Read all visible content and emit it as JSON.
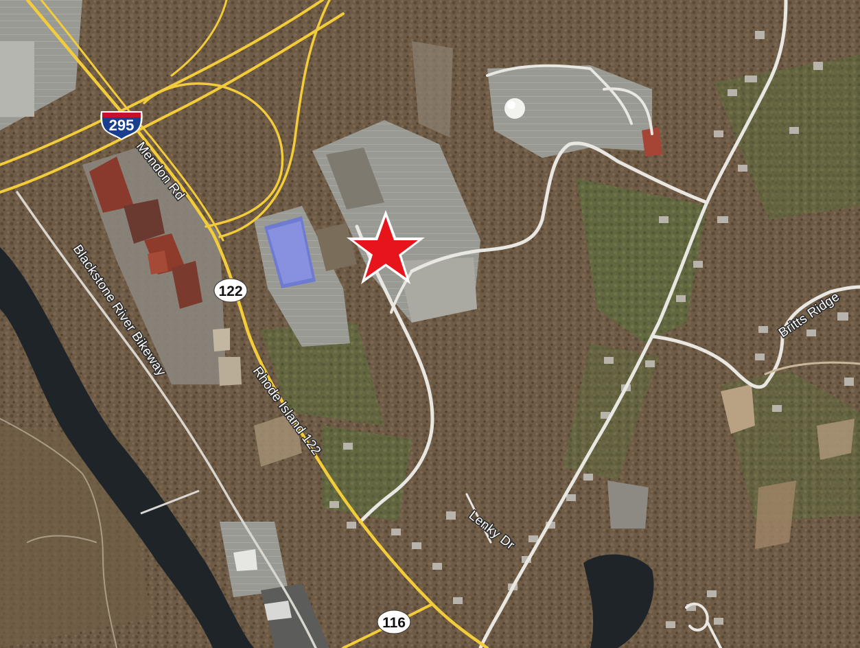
{
  "map": {
    "labels": {
      "mendon_rd": "Mendon Rd",
      "bikeway": "Blackstone River Bikeway",
      "ri_122": "Rhode Island 122",
      "britts_ridge": "Britts Ridge",
      "lenky_dr": "Lenky Dr"
    },
    "shields": {
      "interstate": "295",
      "route_122": "122",
      "route_116": "116"
    },
    "icons": {
      "marker": "star-marker-icon",
      "interstate_shield": "interstate-shield-icon",
      "route_shield": "route-shield-icon"
    },
    "colors": {
      "forest": "#6b5a45",
      "highway": "#f2cc3a",
      "local_road": "#e9e7e1",
      "river": "#1e2428",
      "marker": "#e8141c",
      "interstate_blue": "#1b3f8f",
      "interstate_red": "#c8102e"
    }
  }
}
